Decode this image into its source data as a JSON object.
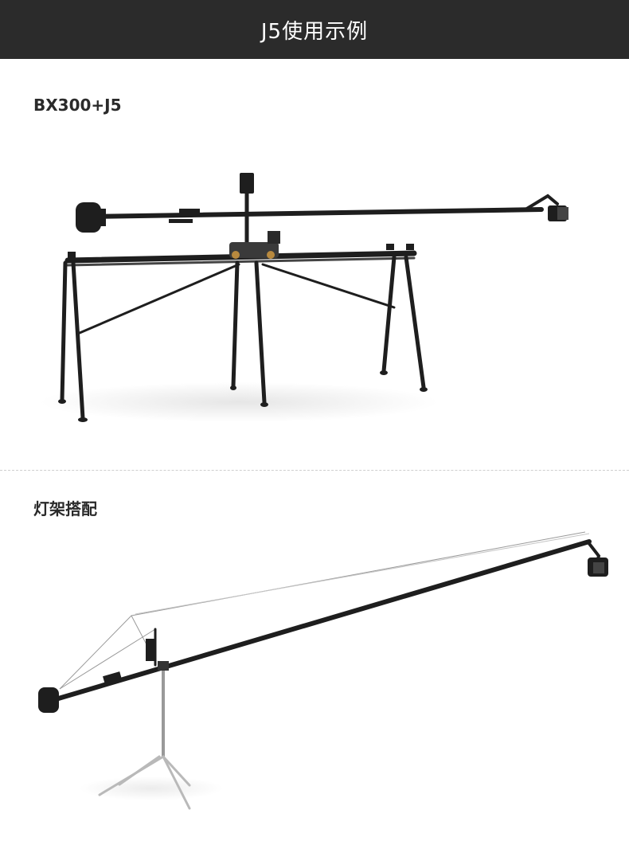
{
  "header": {
    "title": "J5使用示例"
  },
  "sections": [
    {
      "title": "BX300+J5",
      "image_alt_icon": "slider-jib-rig-illustration"
    },
    {
      "title": "灯架搭配",
      "image_alt_icon": "lightstand-jib-rig-illustration"
    }
  ],
  "colors": {
    "header_bg": "#2b2b2b",
    "rig": "#1e1e1e",
    "stand": "#b9b9b9"
  }
}
